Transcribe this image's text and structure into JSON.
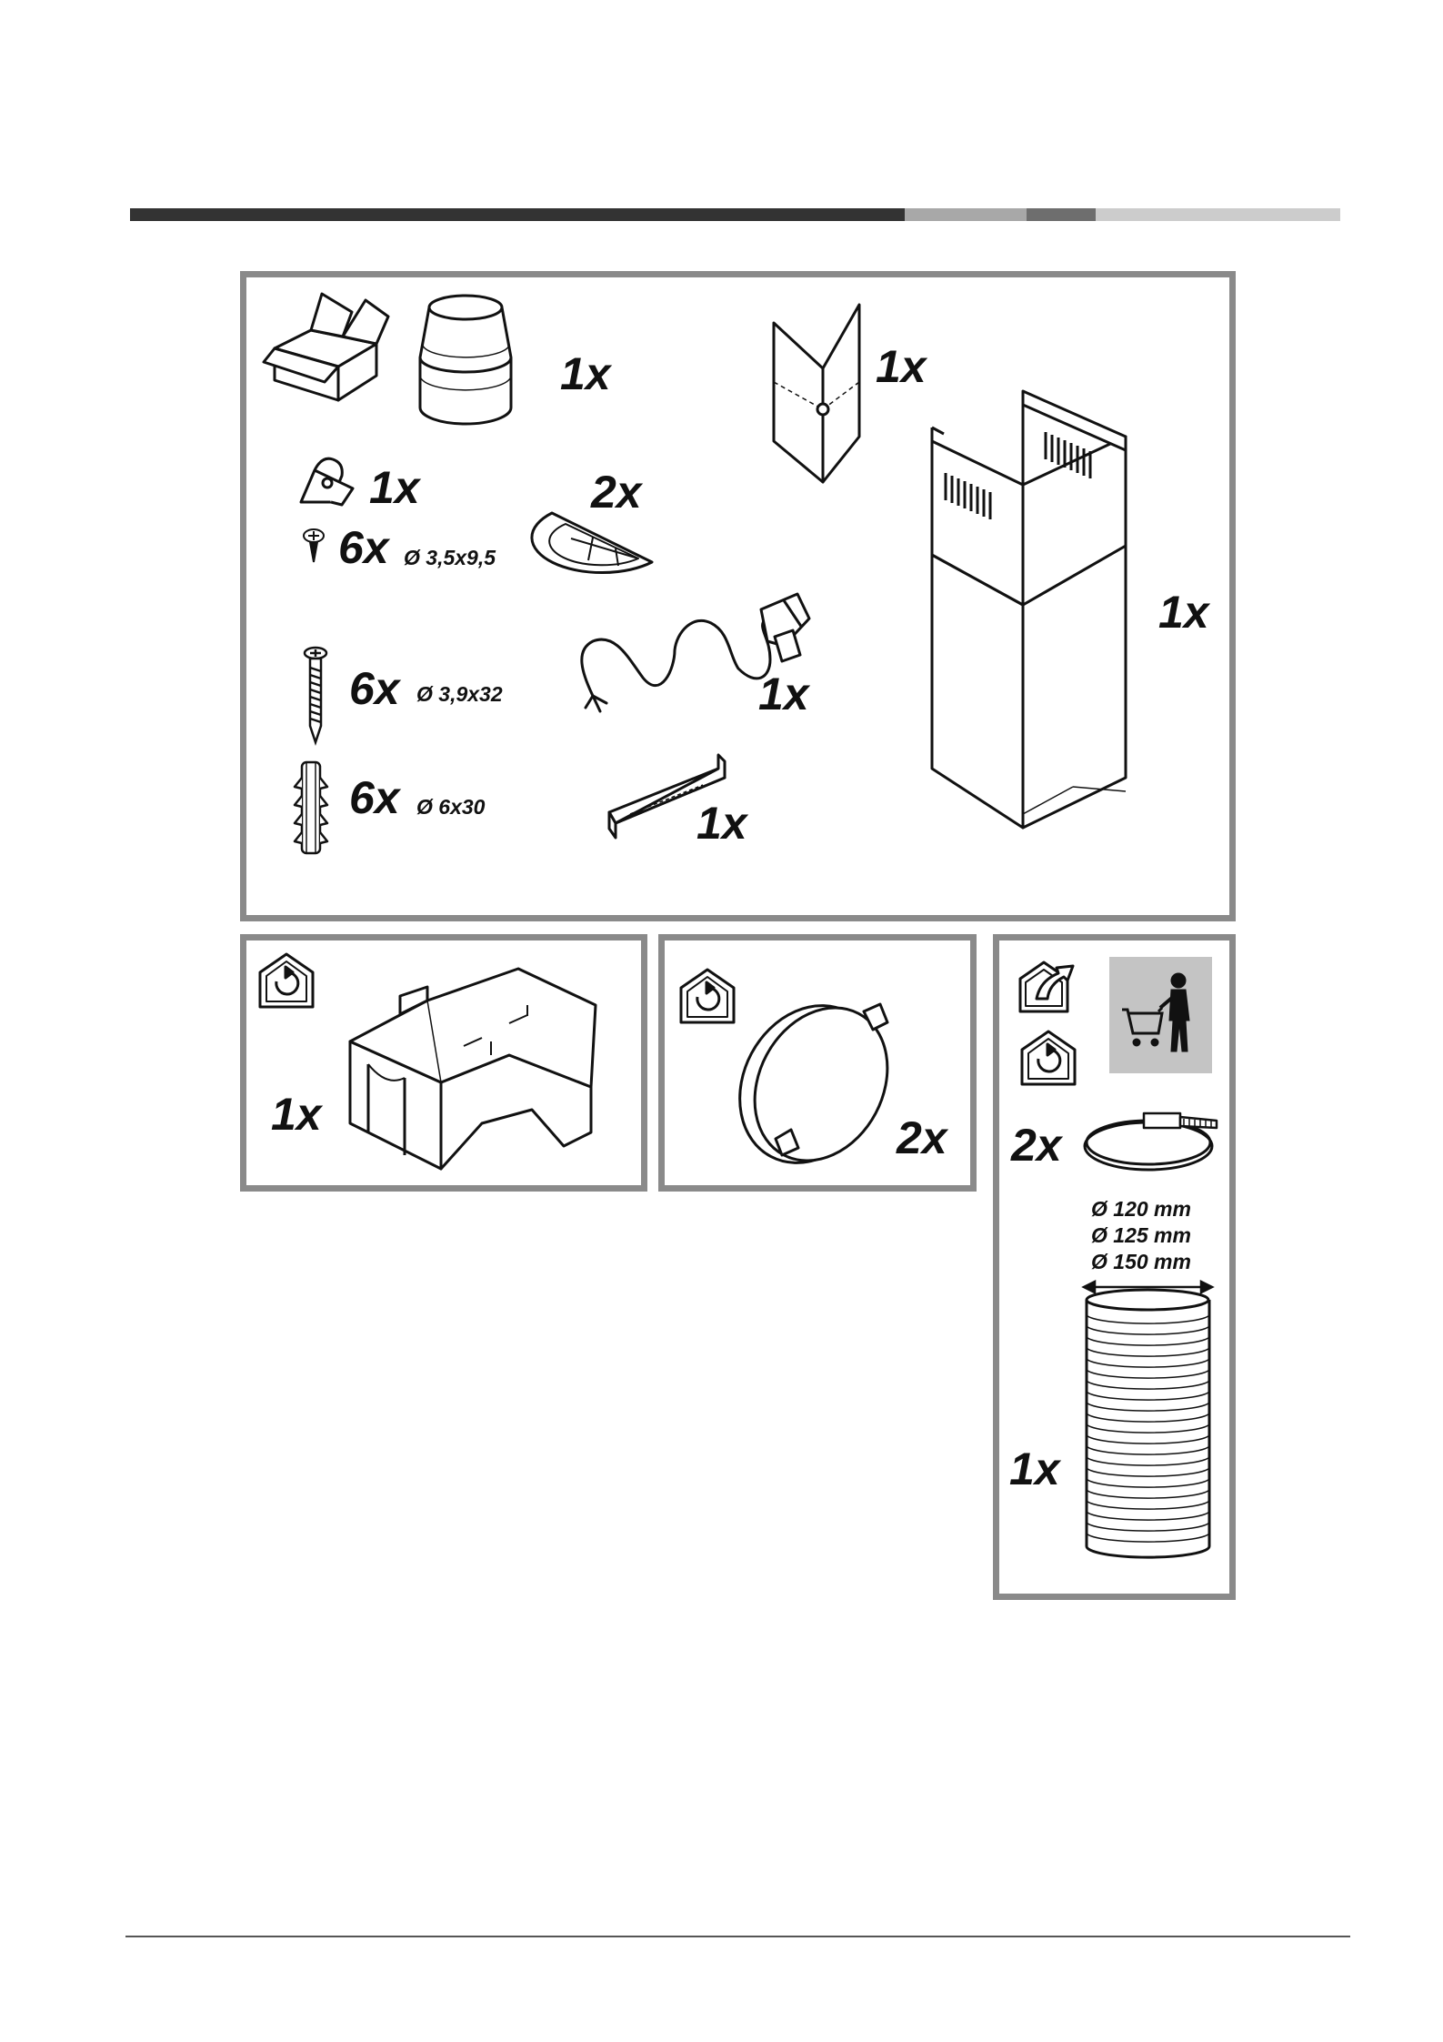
{
  "header_bar": {
    "segments": [
      {
        "color": "#333333",
        "width": 852
      },
      {
        "color": "#a8a8a8",
        "width": 134
      },
      {
        "color": "#6e6e6e",
        "width": 76
      },
      {
        "color": "#cccccc",
        "width": 269
      }
    ]
  },
  "colors": {
    "panel_border": "#8a8a8a",
    "pictogram_bg": "#c4c4c4",
    "line": "#111111"
  },
  "main_panel": {
    "items": [
      {
        "icon": "cardboard-box-icon"
      },
      {
        "icon": "round-duct-adapter-icon",
        "qty": "1x"
      },
      {
        "icon": "corner-bracket-icon",
        "qty": "1x"
      },
      {
        "icon": "chimney-cover-icon",
        "qty": "1x"
      },
      {
        "icon": "mounting-clip-icon",
        "qty": "1x"
      },
      {
        "icon": "half-round-flange-icon",
        "qty": "2x"
      },
      {
        "icon": "small-screw-icon",
        "qty": "6x",
        "dim": "Ø 3,5x9,5"
      },
      {
        "icon": "long-screw-icon",
        "qty": "6x",
        "dim": "Ø 3,9x32"
      },
      {
        "icon": "power-cord-icon",
        "qty": "1x"
      },
      {
        "icon": "wall-plug-icon",
        "qty": "6x",
        "dim": "Ø 6x30"
      },
      {
        "icon": "wall-bracket-icon",
        "qty": "1x"
      }
    ]
  },
  "deflector_panel": {
    "icon": "air-deflector-icon",
    "mode_icon": "recirculation-house-icon",
    "qty": "1x"
  },
  "filter_panel": {
    "icon": "carbon-filter-icon",
    "mode_icon": "recirculation-house-icon",
    "qty": "2x"
  },
  "optional_panel": {
    "mode_icons": [
      "extraction-house-icon",
      "recirculation-house-icon"
    ],
    "shop_icon": "shopping-cart-person-icon",
    "clamp_qty": "2x",
    "diameters": [
      "Ø 120 mm",
      "Ø 125 mm",
      "Ø 150 mm"
    ],
    "hose_qty": "1x"
  }
}
